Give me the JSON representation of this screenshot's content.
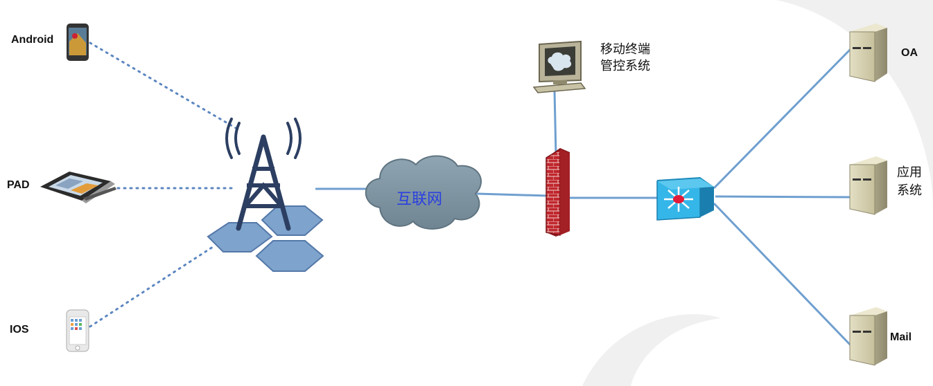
{
  "clients": {
    "android": {
      "label": "Android",
      "icon": "smartphone-icon"
    },
    "pad": {
      "label": "PAD",
      "icon": "tablet-icon"
    },
    "ios": {
      "label": "IOS",
      "icon": "iphone-icon"
    }
  },
  "tower": {
    "icon": "cell-tower-icon"
  },
  "internet": {
    "label": "互联网",
    "icon": "cloud-icon"
  },
  "firewall": {
    "icon": "firewall-icon"
  },
  "mdm": {
    "label_line1": "移动终端",
    "label_line2": "管控系统",
    "icon": "monitor-icon"
  },
  "switch": {
    "icon": "switch-icon"
  },
  "servers": {
    "oa": {
      "label": "OA",
      "icon": "server-icon"
    },
    "app": {
      "label_line1": "应用",
      "label_line2": "系统",
      "icon": "server-icon"
    },
    "mail": {
      "label": "Mail",
      "icon": "server-icon"
    }
  },
  "colors": {
    "link": "#6f9fcf",
    "wireless": "#5c86c0",
    "tower": "#2c3f62",
    "hex": "#7ea3cc",
    "cloud": "#7f95a3",
    "firewall": "#c0272d",
    "switch": "#35b6e8",
    "server": "#cfcaa8"
  }
}
